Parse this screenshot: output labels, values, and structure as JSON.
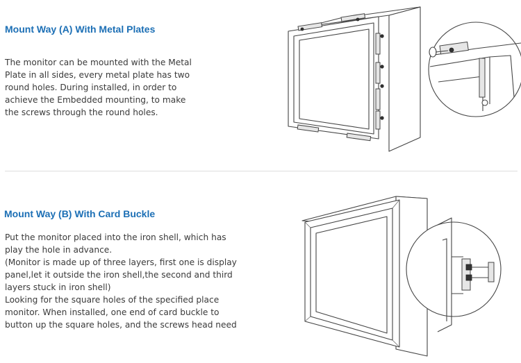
{
  "section_a": {
    "heading": "Mount Way (A) With Metal Plates",
    "lines": [
      "The monitor can be mounted with the Metal",
      "Plate in all sides, every metal plate has two",
      "round holes. During installed, in order to",
      "achieve the Embedded mounting, to make",
      "the screws through the round holes."
    ]
  },
  "section_b": {
    "heading": "Mount Way (B) With Card Buckle",
    "lines": [
      "Put the monitor placed into the iron shell, which has",
      "play the hole in advance.",
      "(Monitor is made up of three layers, first one is display",
      "panel,let it outside the iron shell,the second and third",
      "layers stuck in iron shell)",
      "Looking for the square holes of the specified place",
      "monitor. When installed, one end of card buckle to",
      "button up the square holes, and the screws head need"
    ]
  },
  "colors": {
    "heading": "#1c6fb5",
    "text": "#3a3a3a",
    "divider": "#dddddd"
  }
}
